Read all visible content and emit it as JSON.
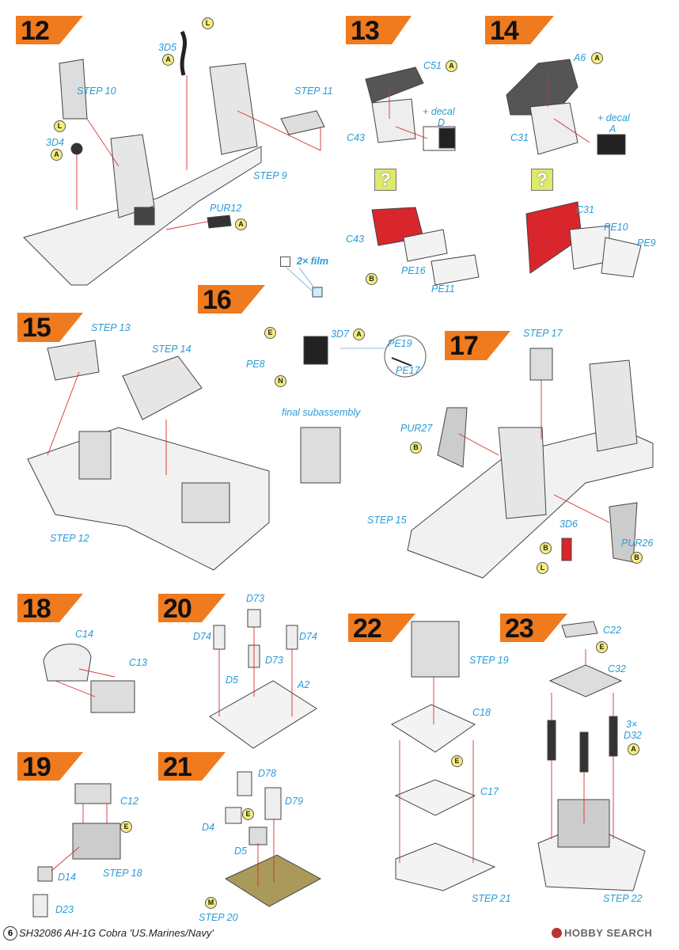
{
  "steps": [
    {
      "num": "12"
    },
    {
      "num": "13"
    },
    {
      "num": "14"
    },
    {
      "num": "15"
    },
    {
      "num": "16"
    },
    {
      "num": "17"
    },
    {
      "num": "18"
    },
    {
      "num": "19"
    },
    {
      "num": "20"
    },
    {
      "num": "21"
    },
    {
      "num": "22"
    },
    {
      "num": "23"
    }
  ],
  "labels": {
    "s12": {
      "step10": "STEP 10",
      "3d5": "3D5",
      "3d4": "3D4",
      "step11": "STEP 11",
      "step9": "STEP 9",
      "pur12": "PUR12"
    },
    "s13": {
      "c51": "C51",
      "decal": "+ decal",
      "decal_d": "D",
      "c43": "C43",
      "c43b": "C43",
      "pe16": "PE16",
      "pe11": "PE11"
    },
    "s14": {
      "a6": "A6",
      "decal": "+ decal",
      "decal_a": "A",
      "c31": "C31",
      "c31b": "C31",
      "pe10": "PE10",
      "pe9": "PE9"
    },
    "s15": {
      "step13": "STEP 13",
      "step14": "STEP 14",
      "step12": "STEP 12"
    },
    "s16": {
      "film": "2× film",
      "3d7": "3D7",
      "pe8": "PE8",
      "pe19": "PE19",
      "pe17": "PE17",
      "final": "final subassembly"
    },
    "s17": {
      "step17": "STEP 17",
      "pur27": "PUR27",
      "step15": "STEP 15",
      "3d6": "3D6",
      "pur26": "PUR26"
    },
    "s18": {
      "c14": "C14",
      "c13": "C13"
    },
    "s19": {
      "c12": "C12",
      "d14": "D14",
      "step18": "STEP 18",
      "d23": "D23"
    },
    "s20": {
      "d73a": "D73",
      "d74a": "D74",
      "d74b": "D74",
      "d73b": "D73",
      "d5": "D5",
      "a2": "A2"
    },
    "s21": {
      "d78": "D78",
      "d79": "D79",
      "d4": "D4",
      "d5": "D5",
      "step20": "STEP 20"
    },
    "s22": {
      "step19": "STEP 19",
      "c18": "C18",
      "c17": "C17",
      "step21": "STEP 21"
    },
    "s23": {
      "c22": "C22",
      "c32": "C32",
      "qty": "3×",
      "d32": "D32",
      "step22": "STEP 22"
    }
  },
  "circles": {
    "L": "L",
    "A": "A",
    "B": "B",
    "E": "E",
    "N": "N",
    "M": "M"
  },
  "question": "?",
  "footer": {
    "page": "6",
    "text": "SH32086 AH-1G Cobra 'US.Marines/Navy'",
    "brand": "HOBBY SEARCH"
  },
  "colors": {
    "accent_orange": "#f07a1e",
    "label_blue": "#2a9bd6",
    "paint_red": "#d8262c",
    "marker_yellow": "#f5ee80",
    "photo_brass": "#a99a5a"
  }
}
